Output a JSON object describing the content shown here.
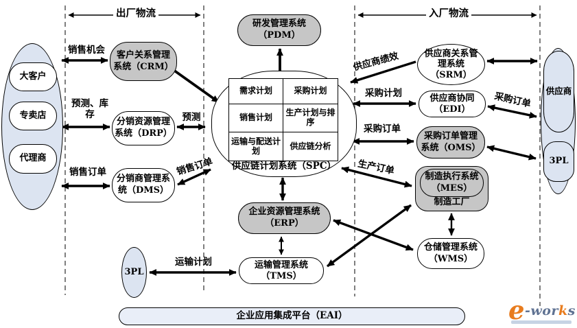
{
  "lanes": {
    "outbound": "出厂物流",
    "inbound": "入厂物流"
  },
  "edge_labels": {
    "sales_opportunity": "销售机会",
    "forecast_inventory": "预测、库存",
    "sales_order_left": "销售订单",
    "forecast": "预测",
    "sales_order_diag": "销售订单",
    "supplier_performance": "供应商绩效",
    "purchase_plan": "采购计划",
    "purchase_order_mid": "采购订单",
    "purchase_order_diag": "采购订单",
    "production_order": "生产订单",
    "transport_plan": "运输计划"
  },
  "nodes": {
    "crm": {
      "l1": "客户关系管理",
      "l2": "系统（CRM）"
    },
    "drp": {
      "l1": "分销资源管理",
      "l2": "系统（DRP）"
    },
    "dms": {
      "l1": "分销商管理系",
      "l2": "统（DMS）"
    },
    "pdm": {
      "l1": "研发管理系统",
      "l2": "（PDM）"
    },
    "srm": {
      "l1": "供应商关系管",
      "l2": "理系统",
      "l3": "（SRM）"
    },
    "edi": {
      "l1": "供应商协同",
      "l2": "（EDI）"
    },
    "oms": {
      "l1": "采购订单管理",
      "l2": "系统（OMS）"
    },
    "mes": {
      "l1": "制造执行系统",
      "l2": "（MES）",
      "factory": "制造工厂"
    },
    "wms": {
      "l1": "仓储管理系统",
      "l2": "（WMS）"
    },
    "erp": {
      "l1": "企业资源管理系统",
      "l2": "（ERP）"
    },
    "tms": {
      "l1": "运输管理系统",
      "l2": "（TMS）"
    },
    "tpl_left": "3PL"
  },
  "spc": {
    "cells": [
      "需求计划",
      "采购计划",
      "销售计划",
      "生产计划与排序",
      "运输与配送计划",
      "供应链分析"
    ],
    "caption": "供应链计划系统（SPC）"
  },
  "customers": {
    "items": [
      "大客户",
      "专卖店",
      "代理商"
    ]
  },
  "suppliers": {
    "items": [
      "供应商",
      "3PL"
    ]
  },
  "eai": {
    "label": "企业应用集成平台（EAI）"
  },
  "logo": {
    "e": "e",
    "text": "-wor",
    "k": "k",
    "s": "s"
  },
  "colors": {
    "node_gray": "#c6c6c6",
    "panel_blue": "#dce4f1",
    "eai_blue": "#e9eef8",
    "logo_orange": "#e87c1e",
    "logo_gray": "#5f7292"
  }
}
